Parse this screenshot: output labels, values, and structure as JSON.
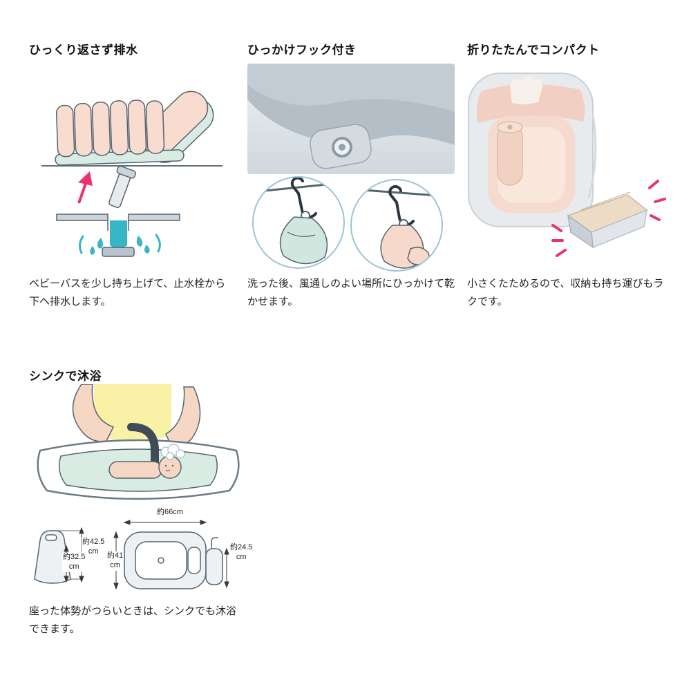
{
  "page": {
    "background": "#ffffff",
    "accent_pink": "#e8336e",
    "mint": "#d9ece4",
    "peach": "#f6d9cb",
    "water_teal": "#35b7c6",
    "gray_blue": "#b4bec7"
  },
  "features": [
    {
      "title": "ひっくり返さず排水",
      "description": "ベビーバスを少し持ち上げて、止水栓から下へ排水します。"
    },
    {
      "title": "ひっかけフック付き",
      "description": "洗った後、風通しのよい場所にひっかけて乾かせます。"
    },
    {
      "title": "折りたたんでコンパクト",
      "description": "小さくたためるので、収納も持ち運びもラクです。"
    }
  ],
  "sink": {
    "title": "シンクで沐浴",
    "description": "座った体勢がつらいときは、シンクでも沐浴できます。",
    "dimensions": {
      "top_width": "約66cm",
      "back_height": "約42.5\ncm",
      "front_height": "約32.5\ncm",
      "inner_length": "約41\ncm",
      "wall_height": "約24.5\ncm"
    }
  }
}
